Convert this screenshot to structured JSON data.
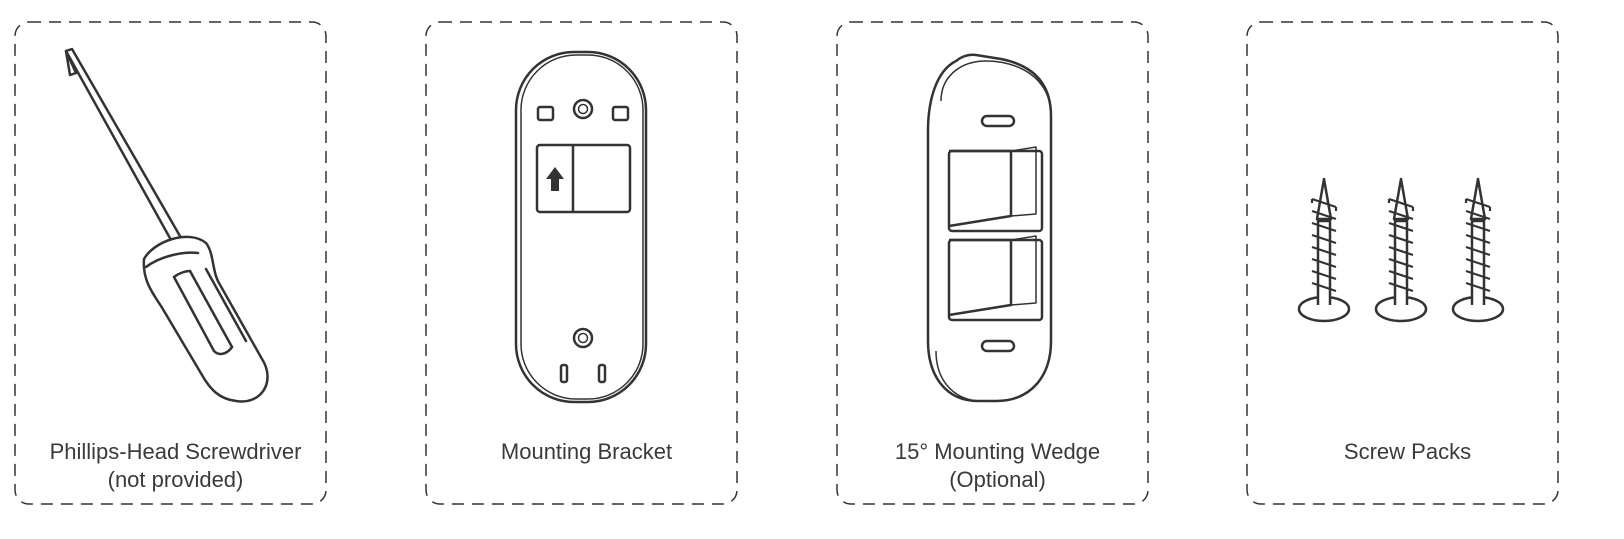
{
  "items": [
    {
      "line1": "Phillips-Head Screwdriver",
      "line2": "(not provided)",
      "icon": "screwdriver-icon"
    },
    {
      "line1": "Mounting Bracket",
      "line2": "",
      "icon": "mounting-bracket-icon"
    },
    {
      "line1": "15° Mounting Wedge",
      "line2": "(Optional)",
      "icon": "mounting-wedge-icon"
    },
    {
      "line1": "Screw Packs",
      "line2": "",
      "icon": "screws-icon"
    }
  ],
  "colors": {
    "stroke": "#333333",
    "border": "#333333",
    "text": "#3a3a3a"
  }
}
